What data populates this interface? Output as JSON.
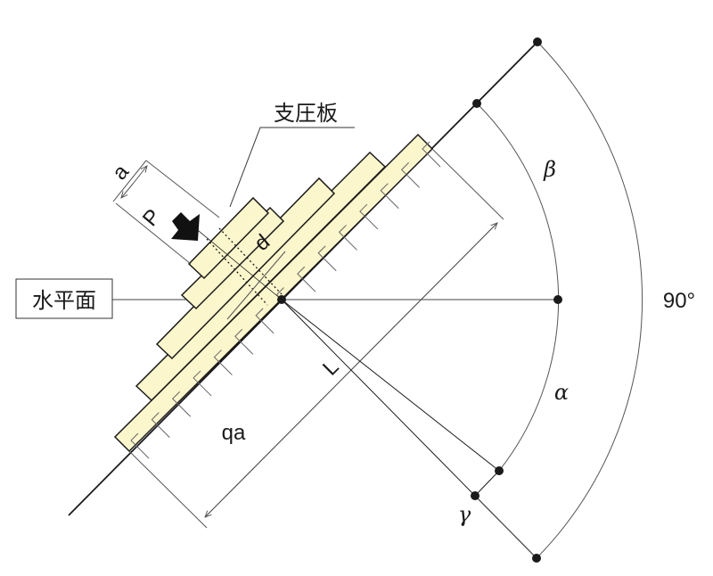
{
  "labels": {
    "bearing_plate": "支圧板",
    "horizontal_plane": "水平面",
    "a": "a",
    "P": "P",
    "d": "d",
    "L": "L",
    "qa": "qa",
    "beta": "β",
    "alpha": "α",
    "gamma": "γ",
    "right_angle": "90°"
  },
  "colors": {
    "plate_fill": "#fcf6cc",
    "line": "#1a1a1a",
    "arc": "#555555",
    "arrow": "#111111"
  }
}
